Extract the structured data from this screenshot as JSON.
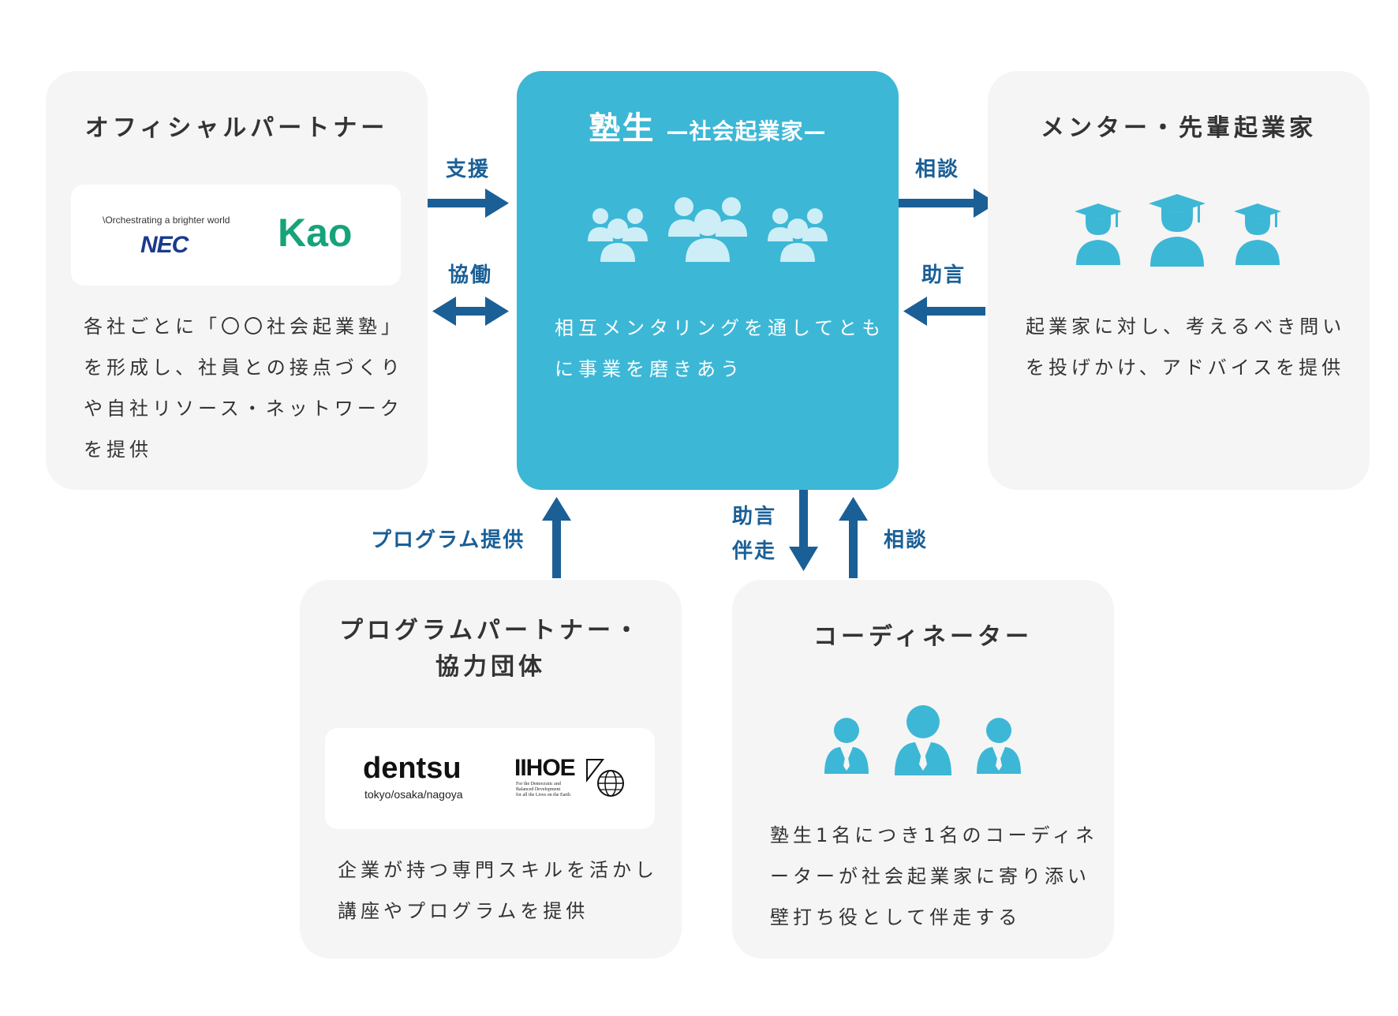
{
  "center": {
    "title": "塾生",
    "subtitle": "—社会起業家—",
    "desc_lines": [
      "相互メンタリングを通してとも",
      "に事業を磨きあう"
    ]
  },
  "official_partner": {
    "title": "オフィシャルパートナー",
    "logos": {
      "nec_tagline": "\\Orchestrating a brighter world",
      "nec": "NEC",
      "kao": "Kao"
    },
    "desc_lines": [
      "各社ごとに「〇〇社会起業塾」",
      "を形成し、社員との接点づくり",
      "や自社リソース・ネットワーク",
      "を提供"
    ]
  },
  "mentor": {
    "title": "メンター・先輩起業家",
    "desc_lines": [
      "起業家に対し、考えるべき問い",
      "を投げかけ、アドバイスを提供"
    ]
  },
  "program_partner": {
    "title_lines": [
      "プログラムパートナー・",
      "協力団体"
    ],
    "logos": {
      "dentsu": "dentsu",
      "dentsu_sub": "tokyo/osaka/nagoya",
      "iihoe": "IIHOE",
      "iihoe_sub": [
        "For the Democratic and",
        "Balanced Development",
        "for all the Lives on the Earth"
      ]
    },
    "desc_lines": [
      "企業が持つ専門スキルを活かし",
      "講座やプログラムを提供"
    ]
  },
  "coordinator": {
    "title": "コーディネーター",
    "desc_lines": [
      "塾生1名につき1名のコーディネ",
      "ーターが社会起業家に寄り添い",
      "壁打ち役として伴走する"
    ]
  },
  "arrows": {
    "support": "支援",
    "collaboration": "協働",
    "consult_right": "相談",
    "advice_right": "助言",
    "program_provide": "プログラム提供",
    "advice_down": "助言",
    "accompany_down": "伴走",
    "consult_up": "相談"
  },
  "colors": {
    "center_bg": "#3db7d6",
    "card_bg": "#f5f5f5",
    "arrow": "#1a5f96",
    "icon": "#3db7d6",
    "icon_light": "#cdeef7",
    "kao_green": "#16a37a",
    "nec_blue": "#1a3a8c"
  },
  "icons": [
    "people-group-icon",
    "graduate-icon",
    "business-person-icon"
  ]
}
